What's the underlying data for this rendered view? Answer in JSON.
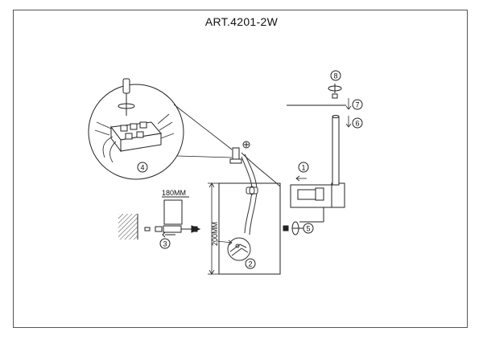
{
  "title": "ART.4201-2W",
  "dimensions": {
    "width_label": "180MM",
    "height_label": "200MM"
  },
  "steps": [
    "1",
    "2",
    "3",
    "4",
    "5",
    "6",
    "7",
    "8"
  ]
}
